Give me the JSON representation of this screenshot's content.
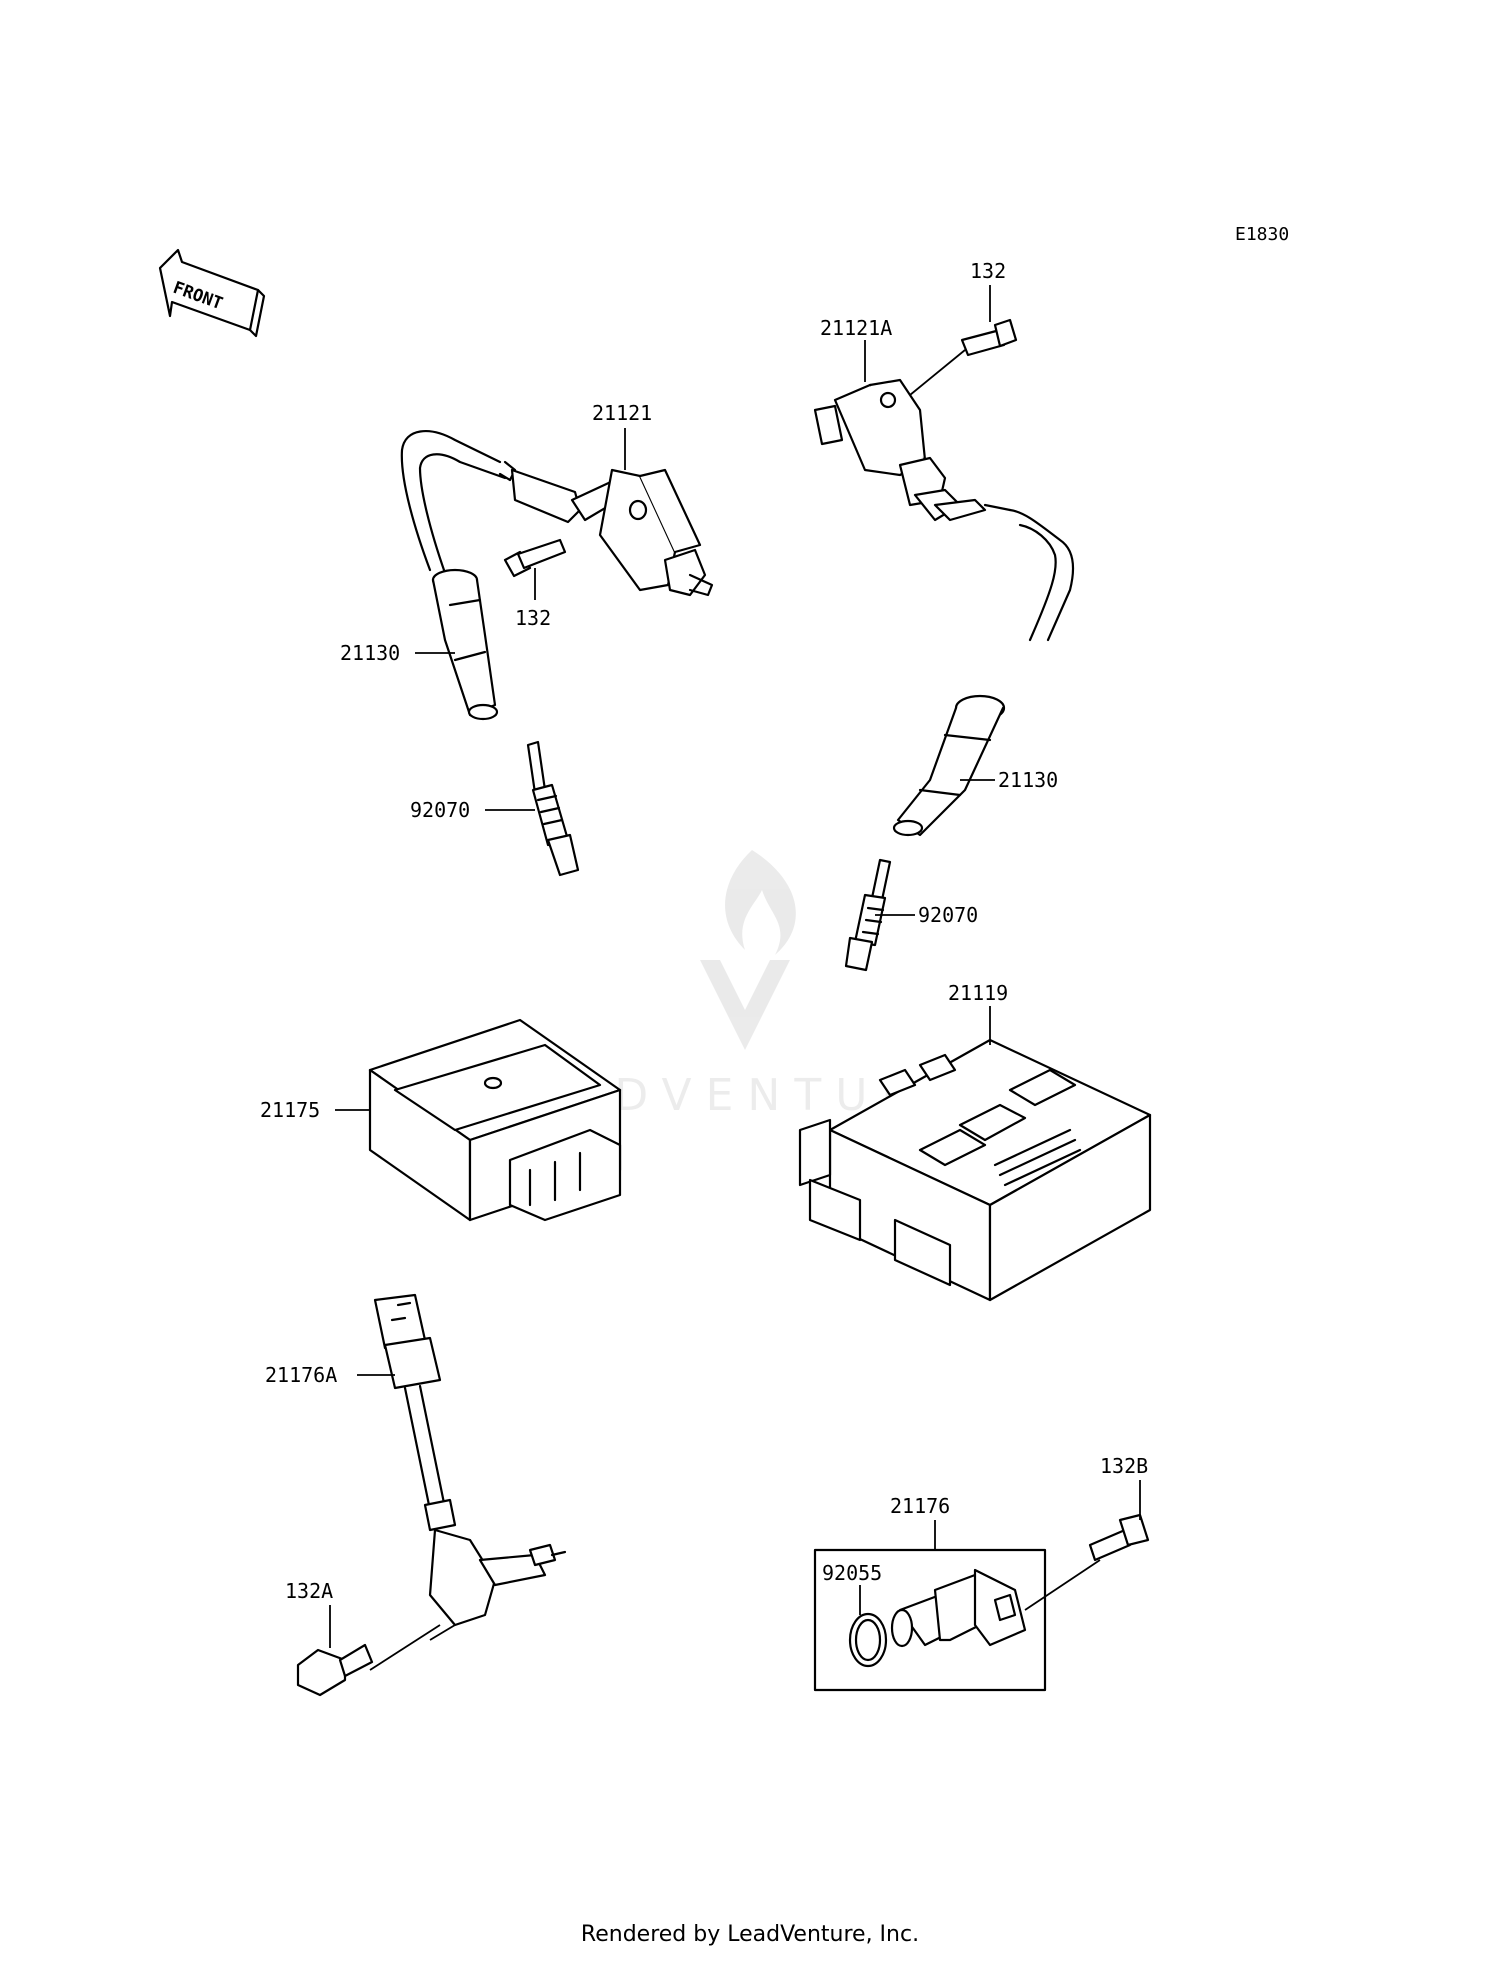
{
  "diagram": {
    "code": "E1830",
    "front_label": "FRONT",
    "watermark": "LEADVENTURE",
    "footer": "Rendered by LeadVenture, Inc."
  },
  "callouts": {
    "c132_top": "132",
    "c21121A": "21121A",
    "c21121": "21121",
    "c132_left": "132",
    "c21130_left": "21130",
    "c21130_right": "21130",
    "c92070_left": "92070",
    "c92070_right": "92070",
    "c21119": "21119",
    "c21175": "21175",
    "c21176A": "21176A",
    "c132B": "132B",
    "c21176": "21176",
    "c92055": "92055",
    "c132A": "132A"
  },
  "icons": [
    "front-arrow-icon",
    "leadventure-logo-icon"
  ]
}
